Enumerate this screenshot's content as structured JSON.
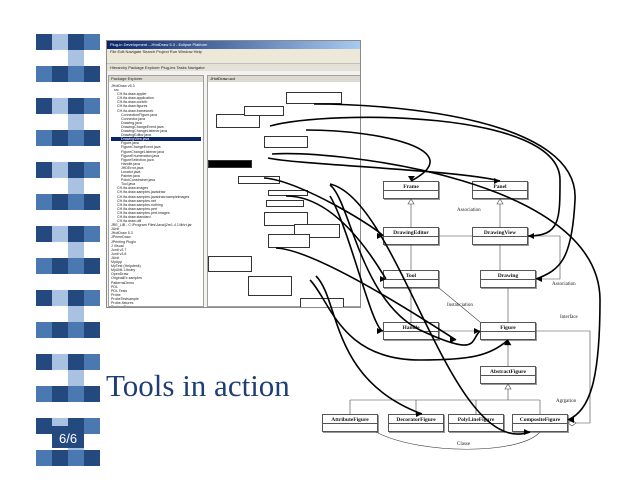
{
  "slide": {
    "title": "Tools in action",
    "page_number": "6/6"
  },
  "ide": {
    "window_title": "Plug-in Development - JHotDraw 5.3 - Eclipse Platform",
    "menu": "File  Edit  Navigate  Search  Project  Run  Window  Help",
    "tabs": "Hierarchy  Package Explorer  Plug-ins  Tasks  Navigator",
    "tree_header": "Package Explorer",
    "editor_tab": "JHotDraw.ucd",
    "tree_items": [
      "JHotDraw v5.3",
      "src",
      "CH.ifa.draw.applet",
      "CH.ifa.draw.application",
      "CH.ifa.draw.contrib",
      "CH.ifa.draw.figures",
      "CH.ifa.draw.framework",
      "ConnectionFigure.java",
      "Connector.java",
      "Drawing.java",
      "DrawingChangeEvent.java",
      "DrawingChangeListener.java",
      "DrawingEditor.java",
      "DrawingView.java",
      "Figure.java",
      "FigureChangeEvent.java",
      "FigureChangeListener.java",
      "FigureEnumeration.java",
      "FigureSelection.java",
      "Handle.java",
      "JHDError.java",
      "Locator.java",
      "Painter.java",
      "PointConstrainer.java",
      "Tool.java",
      "CH.ifa.draw.images",
      "CH.ifa.draw.samples.javadraw",
      "CH.ifa.draw.samples.javadraw.sampleimages",
      "CH.ifa.draw.samples.net",
      "CH.ifa.draw.samples.nothing",
      "CH.ifa.draw.samples.pert",
      "CH.ifa.draw.samples.pert.images",
      "CH.ifa.draw.standard",
      "CH.ifa.draw.util",
      "JRE_LIB - C:\\Program Files\\Java\\j2re1.4.1\\lib\\rt.jar",
      "JUnit",
      "JHotDraw 5.3",
      "JPrimeDraw",
      "JPrinting Plugin",
      "J Visual",
      "Junit v3.7",
      "Junit v3.8",
      "JUnit",
      "MyApp",
      "MyTest (Helpdesk)",
      "MyUML Library",
      "OpenDraw",
      "OriginalEx samples",
      "PatternsDemo",
      "PDL",
      "PDL Tests",
      "Probe",
      "ProbeTestsample",
      "Probe-fixtures",
      "Probes-Tests"
    ],
    "selected_tree_index": 13
  },
  "diagram": {
    "classes": {
      "frame": "Frame",
      "panel": "Panel",
      "drawing_editor": "DrawingEditor",
      "drawing_view": "DrawingView",
      "tool": "Tool",
      "drawing": "Drawing",
      "handle": "Handle",
      "figure": "Figure",
      "abstract_figure": "AbstractFigure",
      "attribute_figure": "AttributeFigure",
      "decorator_figure": "DecoratorFigure",
      "polyline_figure": "PolyLineFigure",
      "composite_figure": "CompositeFigure"
    },
    "labels": {
      "association_1": "Association",
      "association_2": "Association",
      "instanciation": "Instanciation",
      "interface": "Interface",
      "agrgation": "Agrgation",
      "classe": "Classe"
    }
  },
  "colors": {
    "title": "#1f3e74",
    "stripe_dark": "#24497e",
    "stripe_light": "#4a79b2",
    "stripe_pale": "#a9c2e2"
  }
}
